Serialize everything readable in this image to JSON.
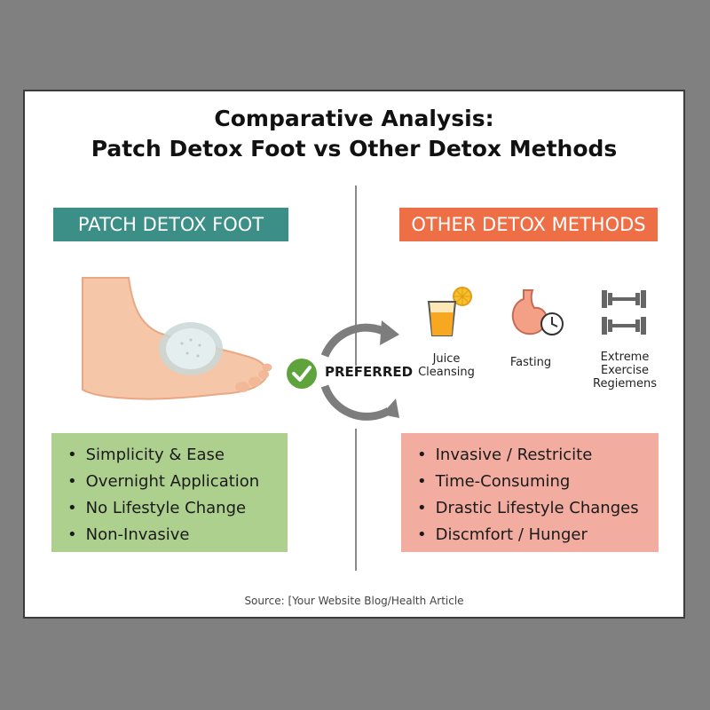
{
  "title": {
    "line1": "Comparative Analysis:",
    "line2": "Patch Detox Foot vs Other Detox Methods"
  },
  "left": {
    "heading": "PATCH DETOX FOOT",
    "color": "#3b8f86",
    "box_color": "#aed08e",
    "icon": "foot-with-patch-icon",
    "benefits": [
      "Simplicity & Ease",
      "Overnight Application",
      "No Lifestyle Change",
      "Non-Invasive"
    ]
  },
  "center": {
    "badge_label": "PREFERRED",
    "badge_color": "#5fa33c",
    "icon": "checkmark-icon"
  },
  "right": {
    "heading": "OTHER DETOX METHODS",
    "color": "#ee6e45",
    "box_color": "#f2ada0",
    "methods": [
      {
        "line1": "Juice",
        "line2": "Cleansing",
        "line3": "",
        "icon": "juice-glass-icon"
      },
      {
        "line1": "Fasting",
        "line2": "",
        "line3": "",
        "icon": "stomach-clock-icon"
      },
      {
        "line1": "Extreme",
        "line2": "Exercise",
        "line3": "Regiemens",
        "icon": "dumbbell-icon"
      }
    ],
    "drawbacks": [
      "Invasive / Restricite",
      "Time-Consuming",
      "Drastic Lifestyle Changes",
      "Discmfort / Hunger"
    ]
  },
  "source": "Source: [Your Website Blog/Health Article"
}
